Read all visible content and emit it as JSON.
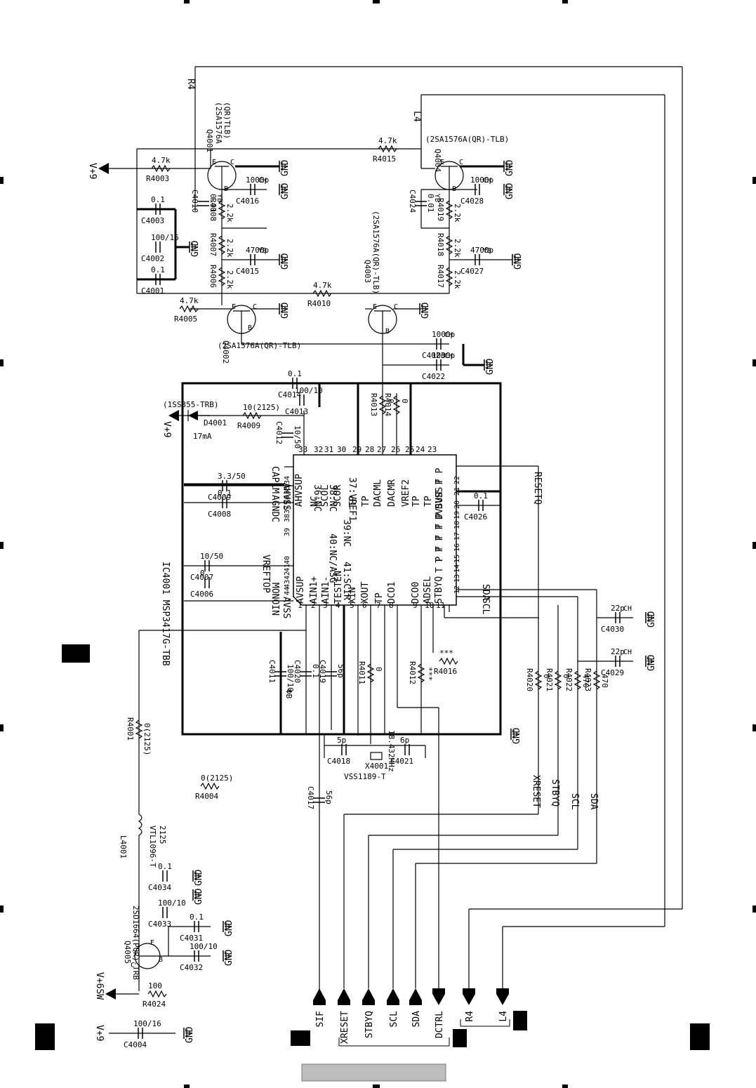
{
  "supplies": {
    "v9_top": "V+9",
    "v9_bottom": "V+9",
    "v6sw": "V+6SW"
  },
  "ic": {
    "ref": "IC4001 MSP3417G-TBB",
    "pins_left": [
      {
        "num": "1",
        "name": "AVSUP"
      },
      {
        "num": "2",
        "name": "AIN1+"
      },
      {
        "num": "3",
        "name": "AIN1-"
      },
      {
        "num": "4",
        "name": "TESTEN"
      },
      {
        "num": "5",
        "name": "XIN"
      },
      {
        "num": "6",
        "name": "XOUT"
      },
      {
        "num": "7",
        "name": "TP"
      },
      {
        "num": "8",
        "name": "DCO1"
      },
      {
        "num": "9",
        "name": "DCO0"
      },
      {
        "num": "10",
        "name": "ADSEL"
      },
      {
        "num": "11",
        "name": "STBYQ"
      }
    ],
    "pins_bottom": [
      "12",
      "13",
      "14",
      "15",
      "16",
      "17",
      "18",
      "19",
      "20",
      "21",
      "22"
    ],
    "pins_bottom_names": [
      "",
      "",
      "T P",
      "T P",
      "T P",
      "T P",
      "T P",
      "DVSUP",
      "DVSS",
      "T P",
      "T P"
    ],
    "pins_right": [
      {
        "num": "33",
        "name": "AHVSUP"
      },
      {
        "num": "32",
        "name": "NC"
      },
      {
        "num": "31",
        "name": "SCOL"
      },
      {
        "num": "30",
        "name": "SCOR"
      },
      {
        "num": "29",
        "name": "TP"
      },
      {
        "num": "28",
        "name": "TP"
      },
      {
        "num": "27",
        "name": "DACML"
      },
      {
        "num": "26",
        "name": "DACMR"
      },
      {
        "num": "25",
        "name": "VREF2"
      },
      {
        "num": "24",
        "name": "TP"
      },
      {
        "num": "23",
        "name": "TP"
      }
    ],
    "pins_top": [
      "44",
      "43",
      "42",
      "41",
      "40",
      "39",
      "38",
      "37",
      "36",
      "35",
      "34"
    ],
    "inner_labels": [
      "37:VREF1",
      "38:NC",
      "39:NC",
      "40:NC/ASG",
      "41:SCIR",
      "36:NC"
    ],
    "outer_labels": [
      "AVSS",
      "MONOIN",
      "VREFTOP",
      "AGNDC",
      "AHVSS",
      "CAPLM"
    ]
  },
  "transistors": [
    {
      "ref": "Q4001",
      "part": "(2SA1576A",
      "part2": "(QR)TLB)"
    },
    {
      "ref": "Q4002",
      "part": "(2SA1576A(QR)-TLB)"
    },
    {
      "ref": "Q4003",
      "part": "(2SA1576A(QR)-TLB)"
    },
    {
      "ref": "Q4004",
      "part": "(2SA1576A(QR)-TLB)"
    },
    {
      "ref": "Q4005",
      "part": "2SD1664(PQR)-TRB"
    }
  ],
  "resistors": [
    {
      "ref": "R4003",
      "value": "4.7k"
    },
    {
      "ref": "R4005",
      "value": "4.7k"
    },
    {
      "ref": "R4006",
      "value": "2.2k"
    },
    {
      "ref": "R4007",
      "value": "2.2k"
    },
    {
      "ref": "R4008",
      "value": "2.2k"
    },
    {
      "ref": "R4010",
      "value": "4.7k"
    },
    {
      "ref": "R4015",
      "value": "4.7k"
    },
    {
      "ref": "R4017",
      "value": "2.2k"
    },
    {
      "ref": "R4018",
      "value": "2.2k"
    },
    {
      "ref": "R4019",
      "value": "2.2k"
    },
    {
      "ref": "R4009",
      "value": "10(2125)"
    },
    {
      "ref": "R4013",
      "value": "0"
    },
    {
      "ref": "R4014",
      "value": "0"
    },
    {
      "ref": "R4001",
      "value": "0(2125)"
    },
    {
      "ref": "R4004",
      "value": "0(2125)"
    },
    {
      "ref": "R4011",
      "value": "0"
    },
    {
      "ref": "R4012",
      "value": "***"
    },
    {
      "ref": "R4016",
      "value": "***"
    },
    {
      "ref": "R4020",
      "value": "0"
    },
    {
      "ref": "R4021",
      "value": "0"
    },
    {
      "ref": "R4022",
      "value": "470"
    },
    {
      "ref": "R4023",
      "value": "470"
    },
    {
      "ref": "R4024",
      "value": "100"
    }
  ],
  "capacitors": [
    {
      "ref": "C4001",
      "value": "0.1"
    },
    {
      "ref": "C4002",
      "value": "100/16"
    },
    {
      "ref": "C4003",
      "value": "0.1"
    },
    {
      "ref": "C4010",
      "value": "0.01",
      "type": "YB"
    },
    {
      "ref": "C4015",
      "value": "4700p",
      "type": "YB"
    },
    {
      "ref": "C4016",
      "value": "1000p",
      "type": "CH"
    },
    {
      "ref": "C4024",
      "value": "0.01",
      "type": "YB"
    },
    {
      "ref": "C4027",
      "value": "4700p",
      "type": "YB"
    },
    {
      "ref": "C4028",
      "value": "1000p",
      "type": "CH"
    },
    {
      "ref": "C4022",
      "value": "1000p",
      "type": "CH"
    },
    {
      "ref": "C4023",
      "value": "1000p",
      "type": "CH"
    },
    {
      "ref": "C4014",
      "value": "0.1"
    },
    {
      "ref": "C4013",
      "value": "100/10"
    },
    {
      "ref": "C4012",
      "value": "10/50"
    },
    {
      "ref": "C4009",
      "value": "3.3/50"
    },
    {
      "ref": "C4008",
      "value": "0.1"
    },
    {
      "ref": "C4007",
      "value": "10/50"
    },
    {
      "ref": "C4006",
      "value": "0"
    },
    {
      "ref": "C4026",
      "value": "0.1"
    },
    {
      "ref": "C4030",
      "value": "22p",
      "type": "CH"
    },
    {
      "ref": "C4029",
      "value": "22p",
      "type": "CH"
    },
    {
      "ref": "C4011",
      "value": "100/10"
    },
    {
      "ref": "C4020",
      "value": "0.1"
    },
    {
      "ref": "C4019",
      "value": "56p"
    },
    {
      "ref": "C4018",
      "value": "5p"
    },
    {
      "ref": "C4021",
      "value": "6p"
    },
    {
      "ref": "C4017",
      "value": "56p"
    },
    {
      "ref": "C4034",
      "value": "0.1"
    },
    {
      "ref": "C4033",
      "value": "100/10"
    },
    {
      "ref": "C4031",
      "value": "0.1"
    },
    {
      "ref": "C4032",
      "value": "100/10"
    },
    {
      "ref": "C4004",
      "value": "100/16"
    }
  ],
  "misc": {
    "diode": "D4001",
    "diode_part": "(1SS355-TRB)",
    "current": "17mA",
    "crystal": "X4001",
    "crystal_freq": "18.432MHz",
    "crystal_part": "VSS1189-T",
    "inductor": "L4001",
    "inductor_part": "VTL1096-T",
    "inductor_size": "2125",
    "c4011_mark": "ФB",
    "gnd": "GND"
  },
  "nets": {
    "r4": "R4",
    "l4": "L4",
    "reset_q": "RESETQ",
    "sda": "SDA",
    "scl": "SCL",
    "xreset": "XRESET",
    "stbyq": "STBYQ"
  },
  "connectors": [
    {
      "label": "SIF"
    },
    {
      "label": "XRESET"
    },
    {
      "label": "STBYQ"
    },
    {
      "label": "SCL"
    },
    {
      "label": "SDA"
    },
    {
      "label": "DCTRL"
    },
    {
      "label": "R4"
    },
    {
      "label": "L4"
    }
  ]
}
